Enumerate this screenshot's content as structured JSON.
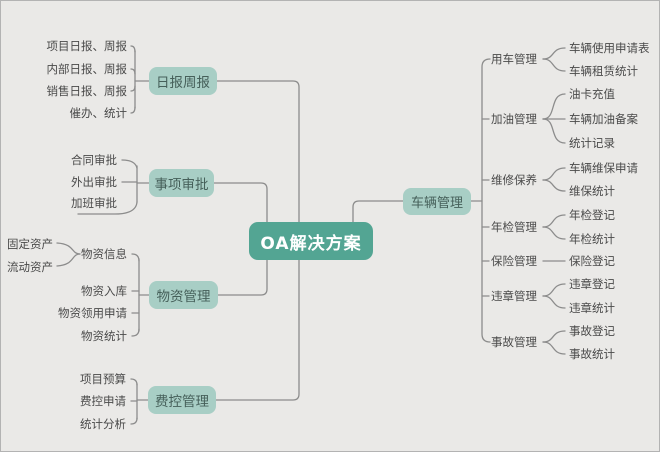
{
  "colors": {
    "background": "#eae9e7",
    "border": "#b3b3b3",
    "branch_node_fill": "#a8cec5",
    "branch_node_text": "#46605a",
    "root_fill": "#53a593",
    "root_text": "#ffffff",
    "line": "#8c8c8c",
    "leaf_text": "#4a4a4a"
  },
  "mindmap": {
    "root": {
      "label": "OA解决方案"
    },
    "left": [
      {
        "label": "日报周报",
        "children": [
          {
            "label": "项目日报、周报"
          },
          {
            "label": "内部日报、周报"
          },
          {
            "label": "销售日报、周报"
          },
          {
            "label": "催办、统计"
          }
        ]
      },
      {
        "label": "事项审批",
        "children": [
          {
            "label": "合同审批"
          },
          {
            "label": "外出审批"
          },
          {
            "label": "加班审批"
          }
        ]
      },
      {
        "label": "物资管理",
        "children": [
          {
            "label": "物资信息",
            "children": [
              {
                "label": "固定资产"
              },
              {
                "label": "流动资产"
              }
            ]
          },
          {
            "label": "物资入库"
          },
          {
            "label": "物资领用申请"
          },
          {
            "label": "物资统计"
          }
        ]
      },
      {
        "label": "费控管理",
        "children": [
          {
            "label": "项目预算"
          },
          {
            "label": "费控申请"
          },
          {
            "label": "统计分析"
          }
        ]
      }
    ],
    "right": {
      "label": "车辆管理",
      "children": [
        {
          "label": "用车管理",
          "children": [
            {
              "label": "车辆使用申请表"
            },
            {
              "label": "车辆租赁统计"
            }
          ]
        },
        {
          "label": "加油管理",
          "children": [
            {
              "label": "油卡充值"
            },
            {
              "label": "车辆加油备案"
            },
            {
              "label": "统计记录"
            }
          ]
        },
        {
          "label": "维修保养",
          "children": [
            {
              "label": "车辆维保申请"
            },
            {
              "label": "维保统计"
            }
          ]
        },
        {
          "label": "年检管理",
          "children": [
            {
              "label": "年检登记"
            },
            {
              "label": "年检统计"
            }
          ]
        },
        {
          "label": "保险管理",
          "children": [
            {
              "label": "保险登记"
            }
          ]
        },
        {
          "label": "违章管理",
          "children": [
            {
              "label": "违章登记"
            },
            {
              "label": "违章统计"
            }
          ]
        },
        {
          "label": "事故管理",
          "children": [
            {
              "label": "事故登记"
            },
            {
              "label": "事故统计"
            }
          ]
        }
      ]
    }
  }
}
